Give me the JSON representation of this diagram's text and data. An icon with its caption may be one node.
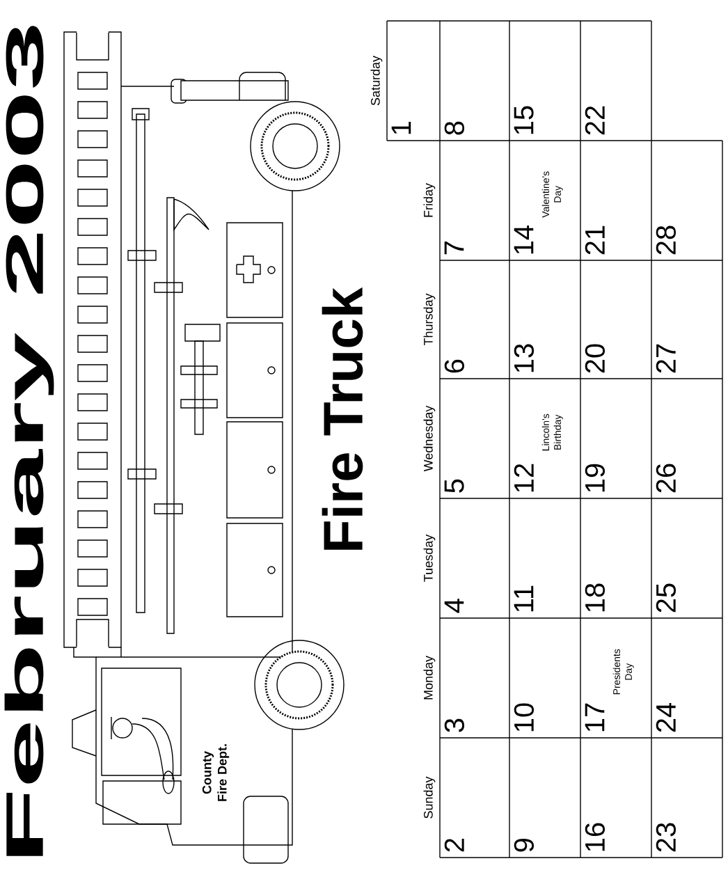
{
  "diagram": {
    "title": "February 2003",
    "labels": [
      "Fire Truck",
      "County Fire Dept.",
      "Sunday",
      "Monday",
      "Tuesday",
      "Wednesday",
      "Thursday",
      "Friday",
      "Saturday",
      "1",
      "2",
      "3",
      "4",
      "5",
      "6",
      "7",
      "8",
      "9",
      "10",
      "11",
      "12",
      "Lincoln's Birthday",
      "13",
      "14",
      "Valentine's Day",
      "15",
      "16",
      "17",
      "Presidents Day",
      "18",
      "19",
      "20",
      "21",
      "22",
      "23",
      "24",
      "25",
      "26",
      "27",
      "28"
    ]
  }
}
